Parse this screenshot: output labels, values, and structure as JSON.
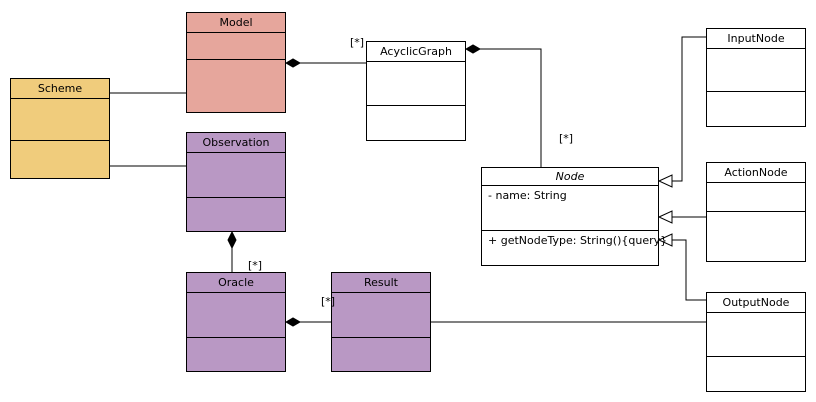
{
  "colors": {
    "model": "#e6a69c",
    "scheme": "#f0cc7c",
    "purple": "#b998c4",
    "white": "#ffffff",
    "line": "#000000"
  },
  "classes": {
    "model": {
      "name": "Model"
    },
    "scheme": {
      "name": "Scheme"
    },
    "observation": {
      "name": "Observation"
    },
    "oracle": {
      "name": "Oracle"
    },
    "result": {
      "name": "Result"
    },
    "acyclic_graph": {
      "name": "AcyclicGraph"
    },
    "node": {
      "name": "Node",
      "attribute": "- name: String",
      "operation": "+ getNodeType: String(){query}"
    },
    "input_node": {
      "name": "InputNode"
    },
    "action_node": {
      "name": "ActionNode"
    },
    "output_node": {
      "name": "OutputNode"
    }
  },
  "multiplicities": {
    "acyclic_graph": "[*]",
    "node": "[*]",
    "oracle": "[*]",
    "result": "[*]"
  }
}
